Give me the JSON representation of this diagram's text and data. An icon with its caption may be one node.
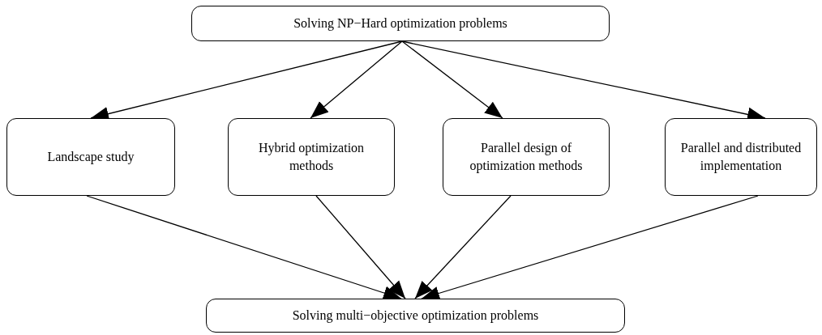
{
  "diagram": {
    "nodes": [
      {
        "text": [
          "Solving NP−Hard optimization problems"
        ]
      },
      {
        "text": [
          "Landscape study"
        ]
      },
      {
        "text": [
          "Hybrid optimization methods"
        ]
      },
      {
        "text": [
          "Parallel design of optimization methods"
        ]
      },
      {
        "text": [
          "Parallel and distributed implementation"
        ]
      },
      {
        "text": [
          "Solving multi−objective optimization problems"
        ]
      }
    ],
    "edges": [
      {
        "from": 0,
        "to": 1,
        "arrow": "to"
      },
      {
        "from": 0,
        "to": 2,
        "arrow": "to"
      },
      {
        "from": 0,
        "to": 3,
        "arrow": "to"
      },
      {
        "from": 0,
        "to": 4,
        "arrow": "to"
      },
      {
        "from": 1,
        "to": 5,
        "arrow": "to"
      },
      {
        "from": 2,
        "to": 5,
        "arrow": "to"
      },
      {
        "from": 3,
        "to": 5,
        "arrow": "to"
      },
      {
        "from": 4,
        "to": 5,
        "arrow": "to"
      }
    ]
  }
}
